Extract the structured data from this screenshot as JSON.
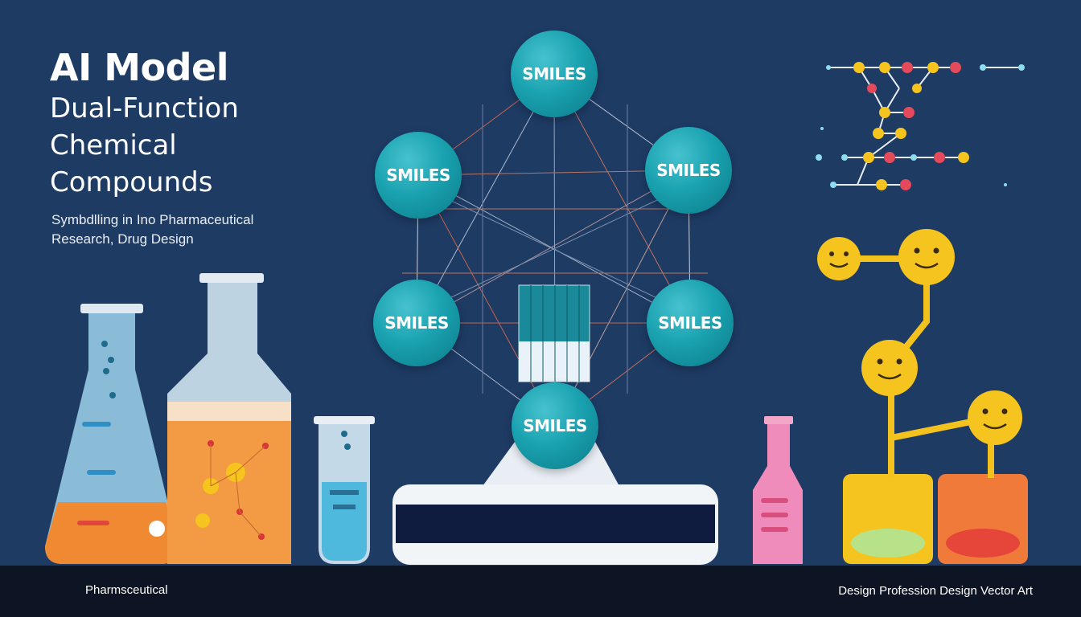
{
  "header": {
    "title": "AI Model",
    "line1": "Dual-Function",
    "line2": "Chemical",
    "line3": "Compounds"
  },
  "subtitle": "Symbdlling in Ino Pharmaceutical Research, Drug Design",
  "network": {
    "node_label": "SMILES",
    "nodes": [
      "SMILES",
      "SMILES",
      "SMILES",
      "SMILES",
      "SMILES",
      "SMILES"
    ]
  },
  "footer": {
    "brand": "Pharmsceutical",
    "credits": "Design Profession Design Vector Art"
  },
  "colors": {
    "background": "#1e3b64",
    "node": "#1aa2b0",
    "accent_orange": "#f08a32",
    "accent_yellow": "#f6c41e",
    "footer": "#0d1424"
  }
}
